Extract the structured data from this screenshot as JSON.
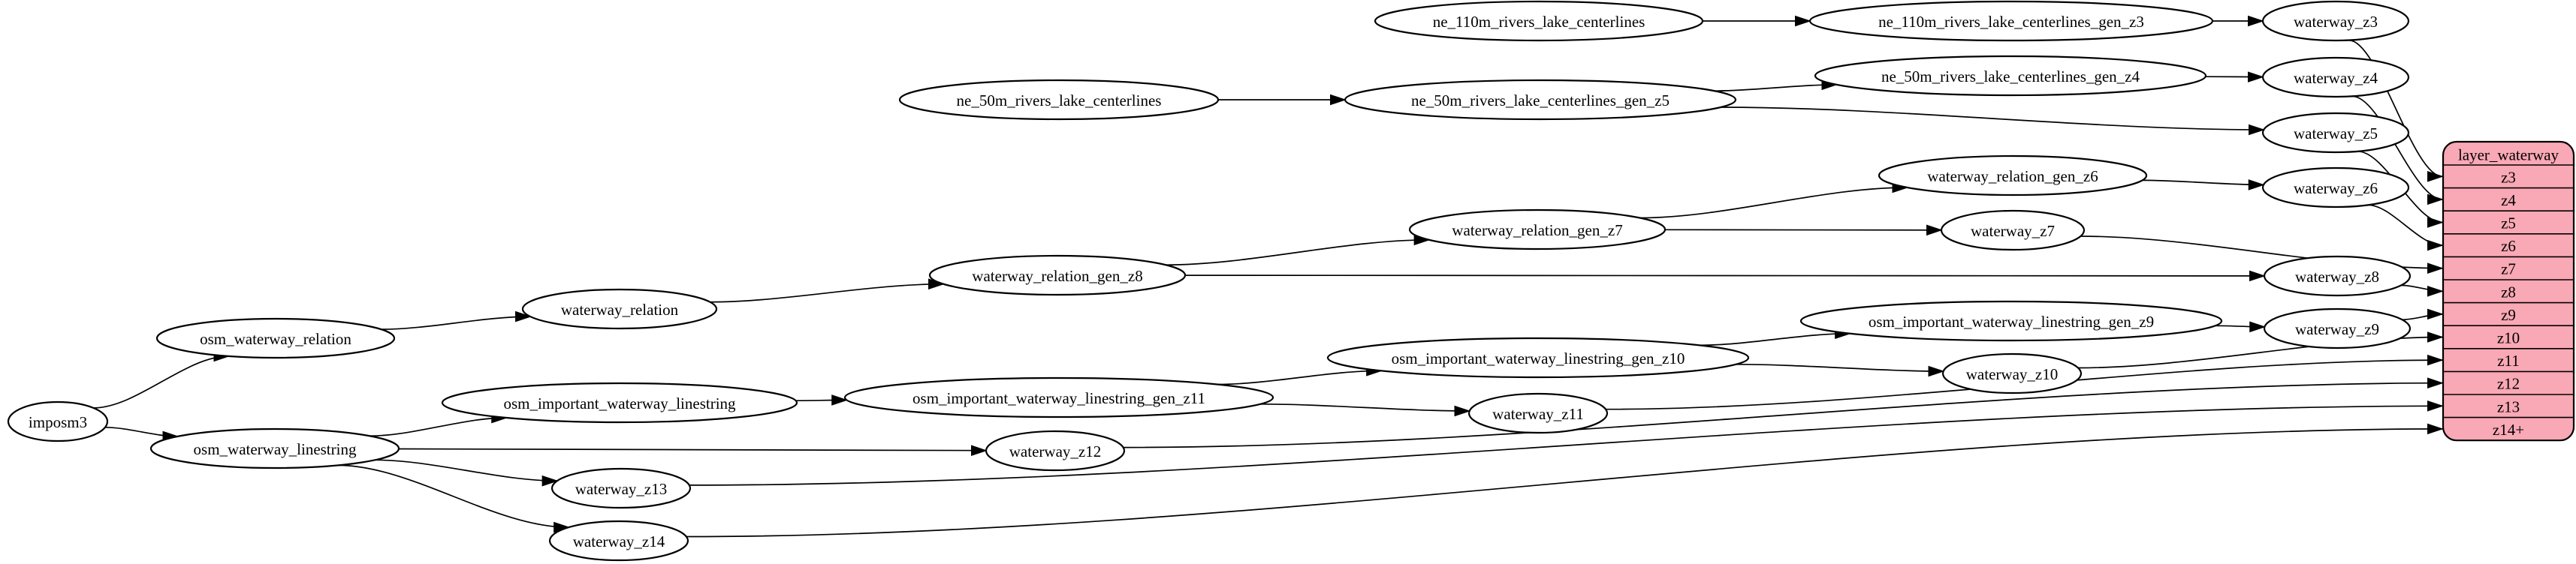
{
  "diagram": {
    "kind": "etl-dependency-graph",
    "colors": {
      "background": "#ffffff",
      "node_fill": "#ffffff",
      "stroke": "#000000",
      "edge": "#000000",
      "text": "#000000",
      "table_fill": "#f9a8b5"
    },
    "nodes": [
      {
        "id": "imposm3",
        "label": "imposm3"
      },
      {
        "id": "osm_waterway_relation",
        "label": "osm_waterway_relation"
      },
      {
        "id": "osm_waterway_linestring",
        "label": "osm_waterway_linestring"
      },
      {
        "id": "waterway_relation",
        "label": "waterway_relation"
      },
      {
        "id": "osm_important_waterway_linestring",
        "label": "osm_important_waterway_linestring"
      },
      {
        "id": "waterway_relation_gen_z8",
        "label": "waterway_relation_gen_z8"
      },
      {
        "id": "waterway_relation_gen_z7",
        "label": "waterway_relation_gen_z7"
      },
      {
        "id": "waterway_relation_gen_z6",
        "label": "waterway_relation_gen_z6"
      },
      {
        "id": "ne_110m_rivers_lake_centerlines",
        "label": "ne_110m_rivers_lake_centerlines"
      },
      {
        "id": "ne_110m_rivers_lake_centerlines_gen_z3",
        "label": "ne_110m_rivers_lake_centerlines_gen_z3"
      },
      {
        "id": "ne_50m_rivers_lake_centerlines",
        "label": "ne_50m_rivers_lake_centerlines"
      },
      {
        "id": "ne_50m_rivers_lake_centerlines_gen_z5",
        "label": "ne_50m_rivers_lake_centerlines_gen_z5"
      },
      {
        "id": "ne_50m_rivers_lake_centerlines_gen_z4",
        "label": "ne_50m_rivers_lake_centerlines_gen_z4"
      },
      {
        "id": "osm_important_waterway_linestring_gen_z11",
        "label": "osm_important_waterway_linestring_gen_z11"
      },
      {
        "id": "osm_important_waterway_linestring_gen_z10",
        "label": "osm_important_waterway_linestring_gen_z10"
      },
      {
        "id": "osm_important_waterway_linestring_gen_z9",
        "label": "osm_important_waterway_linestring_gen_z9"
      },
      {
        "id": "waterway_z3",
        "label": "waterway_z3"
      },
      {
        "id": "waterway_z4",
        "label": "waterway_z4"
      },
      {
        "id": "waterway_z5",
        "label": "waterway_z5"
      },
      {
        "id": "waterway_z6",
        "label": "waterway_z6"
      },
      {
        "id": "waterway_z7",
        "label": "waterway_z7"
      },
      {
        "id": "waterway_z8",
        "label": "waterway_z8"
      },
      {
        "id": "waterway_z9",
        "label": "waterway_z9"
      },
      {
        "id": "waterway_z10",
        "label": "waterway_z10"
      },
      {
        "id": "waterway_z11",
        "label": "waterway_z11"
      },
      {
        "id": "waterway_z12",
        "label": "waterway_z12"
      },
      {
        "id": "waterway_z13",
        "label": "waterway_z13"
      },
      {
        "id": "waterway_z14",
        "label": "waterway_z14"
      }
    ],
    "edges": [
      {
        "from": "imposm3",
        "to": "osm_waterway_relation"
      },
      {
        "from": "imposm3",
        "to": "osm_waterway_linestring"
      },
      {
        "from": "osm_waterway_relation",
        "to": "waterway_relation"
      },
      {
        "from": "waterway_relation",
        "to": "waterway_relation_gen_z8"
      },
      {
        "from": "waterway_relation_gen_z8",
        "to": "waterway_relation_gen_z7"
      },
      {
        "from": "waterway_relation_gen_z8",
        "to": "waterway_z8"
      },
      {
        "from": "waterway_relation_gen_z7",
        "to": "waterway_relation_gen_z6"
      },
      {
        "from": "waterway_relation_gen_z7",
        "to": "waterway_z7"
      },
      {
        "from": "waterway_relation_gen_z6",
        "to": "waterway_z6"
      },
      {
        "from": "ne_110m_rivers_lake_centerlines",
        "to": "ne_110m_rivers_lake_centerlines_gen_z3"
      },
      {
        "from": "ne_110m_rivers_lake_centerlines_gen_z3",
        "to": "waterway_z3"
      },
      {
        "from": "ne_50m_rivers_lake_centerlines",
        "to": "ne_50m_rivers_lake_centerlines_gen_z5"
      },
      {
        "from": "ne_50m_rivers_lake_centerlines_gen_z5",
        "to": "ne_50m_rivers_lake_centerlines_gen_z4"
      },
      {
        "from": "ne_50m_rivers_lake_centerlines_gen_z5",
        "to": "waterway_z5"
      },
      {
        "from": "ne_50m_rivers_lake_centerlines_gen_z4",
        "to": "waterway_z4"
      },
      {
        "from": "osm_waterway_linestring",
        "to": "osm_important_waterway_linestring"
      },
      {
        "from": "osm_waterway_linestring",
        "to": "waterway_z12"
      },
      {
        "from": "osm_waterway_linestring",
        "to": "waterway_z13"
      },
      {
        "from": "osm_waterway_linestring",
        "to": "waterway_z14"
      },
      {
        "from": "osm_important_waterway_linestring",
        "to": "osm_important_waterway_linestring_gen_z11"
      },
      {
        "from": "osm_important_waterway_linestring_gen_z11",
        "to": "osm_important_waterway_linestring_gen_z10"
      },
      {
        "from": "osm_important_waterway_linestring_gen_z11",
        "to": "waterway_z11"
      },
      {
        "from": "osm_important_waterway_linestring_gen_z10",
        "to": "osm_important_waterway_linestring_gen_z9"
      },
      {
        "from": "osm_important_waterway_linestring_gen_z10",
        "to": "waterway_z10"
      },
      {
        "from": "osm_important_waterway_linestring_gen_z9",
        "to": "waterway_z9"
      },
      {
        "from": "waterway_z3",
        "to_row": "z3"
      },
      {
        "from": "waterway_z4",
        "to_row": "z4"
      },
      {
        "from": "waterway_z5",
        "to_row": "z5"
      },
      {
        "from": "waterway_z6",
        "to_row": "z6"
      },
      {
        "from": "waterway_z7",
        "to_row": "z7"
      },
      {
        "from": "waterway_z8",
        "to_row": "z8"
      },
      {
        "from": "waterway_z9",
        "to_row": "z9"
      },
      {
        "from": "waterway_z10",
        "to_row": "z10"
      },
      {
        "from": "waterway_z11",
        "to_row": "z11"
      },
      {
        "from": "waterway_z12",
        "to_row": "z12"
      },
      {
        "from": "waterway_z13",
        "to_row": "z13"
      },
      {
        "from": "waterway_z14",
        "to_row": "z14+"
      }
    ],
    "table": {
      "header": "layer_waterway",
      "rows": [
        "z3",
        "z4",
        "z5",
        "z6",
        "z7",
        "z8",
        "z9",
        "z10",
        "z11",
        "z12",
        "z13",
        "z14+"
      ]
    }
  }
}
